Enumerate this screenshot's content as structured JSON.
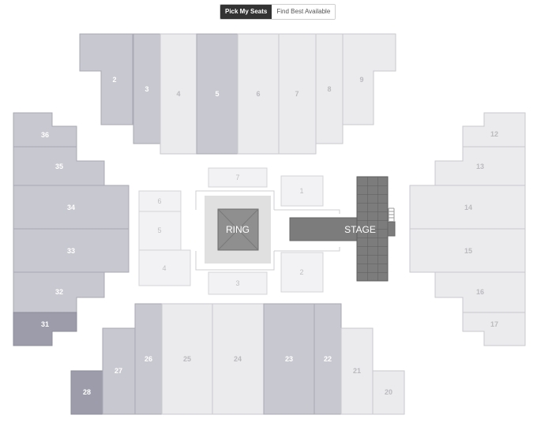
{
  "mode_toggle": {
    "pick_my_seats": "Pick My Seats",
    "find_best_available": "Find Best Available",
    "selected": "Pick My Seats"
  },
  "colors": {
    "section_light": "#ebebee",
    "section_light_border": "#c9c9ce",
    "section_label_light": "#bbbbbf",
    "section_medium": "#c8c8d0",
    "section_medium_border": "#a9a9b3",
    "section_dark": "#9c9cab",
    "section_dark_border": "#8b8b9a",
    "section_label_white": "#ffffff",
    "floor_fill": "#f2f2f4",
    "floor_border": "#d4d4d8",
    "floor_label": "#bfbfc3",
    "ring_outer": "#e0e0e0",
    "ring_inner": "#8f8f8f",
    "stage_fill": "#7c7c7c",
    "stage_label": "#ffffff"
  },
  "features": {
    "ring_label": "RING",
    "stage_label": "STAGE"
  },
  "sections": {
    "s2": "2",
    "s3": "3",
    "s4": "4",
    "s5": "5",
    "s6": "6",
    "s7": "7",
    "s8": "8",
    "s9": "9",
    "s12": "12",
    "s13": "13",
    "s14": "14",
    "s15": "15",
    "s16": "16",
    "s17": "17",
    "s20": "20",
    "s21": "21",
    "s22": "22",
    "s23": "23",
    "s24": "24",
    "s25": "25",
    "s26": "26",
    "s27": "27",
    "s28": "28",
    "s31": "31",
    "s32": "32",
    "s33": "33",
    "s34": "34",
    "s35": "35",
    "s36": "36"
  },
  "floor_sections": {
    "f1": "1",
    "f2": "2",
    "f3": "3",
    "f4": "4",
    "f5": "5",
    "f6": "6",
    "f7": "7"
  }
}
